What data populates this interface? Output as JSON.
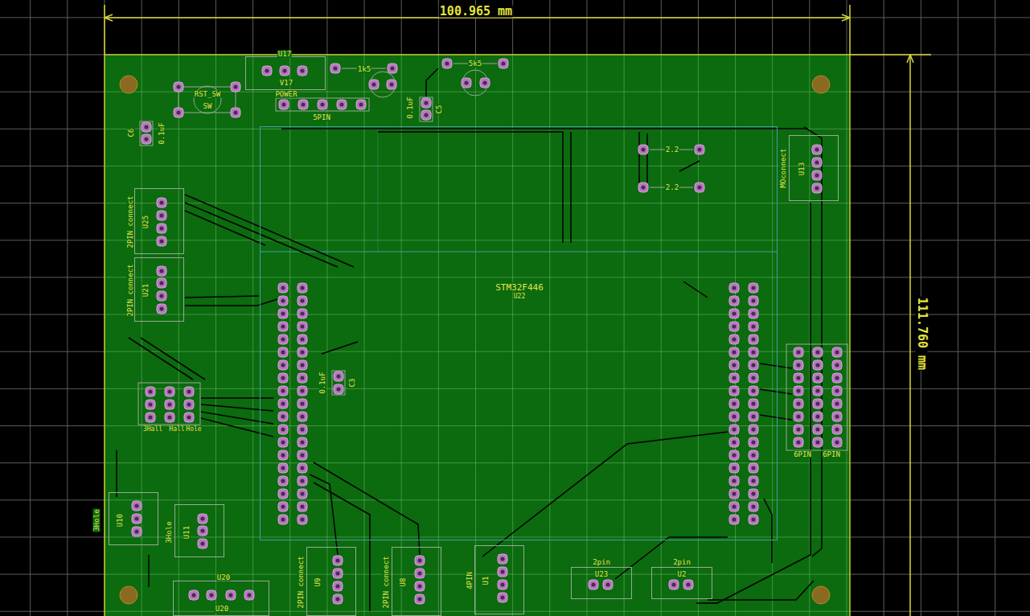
{
  "diagram": {
    "nodes": [
      {
        "text": [
          "STM32F446",
          "U22"
        ]
      },
      {
        "text": [
          "U17",
          "V17",
          "POWER"
        ]
      },
      {
        "text": [
          "MOconnect",
          "U13"
        ]
      },
      {
        "text": [
          "2PIN connect",
          "U25"
        ]
      },
      {
        "text": [
          "2PIN connect",
          "U21"
        ]
      },
      {
        "text": [
          "3Hole",
          "U10"
        ]
      },
      {
        "text": [
          "3Hole",
          "U11"
        ]
      },
      {
        "text": [
          "U20",
          "U20"
        ]
      },
      {
        "text": [
          "2PIN connect",
          "U9"
        ]
      },
      {
        "text": [
          "2PIN connect",
          "U8"
        ]
      },
      {
        "text": [
          "4PIN",
          "U1"
        ]
      },
      {
        "text": [
          "2pin",
          "U23"
        ]
      },
      {
        "text": [
          "2pin",
          "U2"
        ]
      }
    ],
    "labels": [
      "100.965 mm",
      "111.760 mm",
      "1k5",
      "5k5",
      "RST_SW",
      "SW",
      "5PIN",
      "0.1uF",
      "C5",
      "C6",
      "0.1uF",
      "0.1uF",
      "C3",
      "2.2",
      "2.2",
      "3Hall",
      "Hall",
      "Hole",
      "6PIN",
      "6PIN"
    ]
  }
}
